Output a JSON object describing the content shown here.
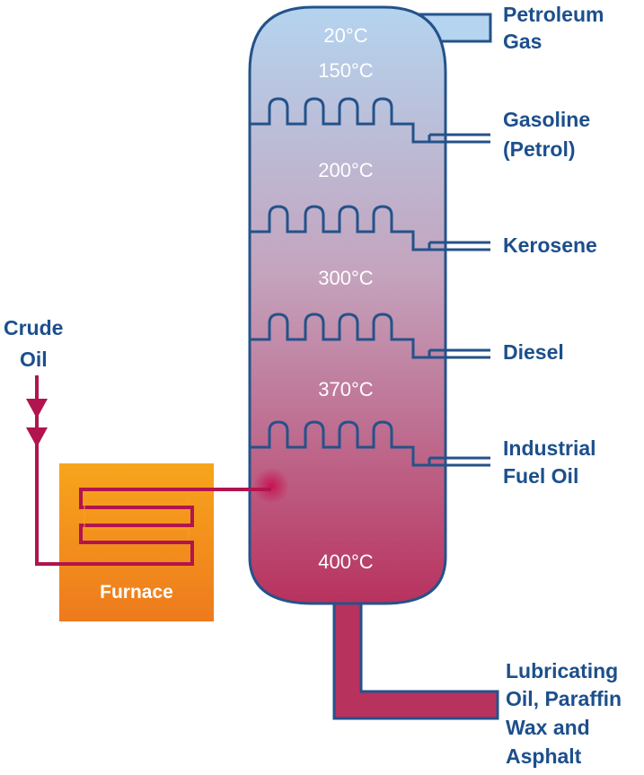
{
  "feed": {
    "line1": "Crude",
    "line2": "Oil"
  },
  "furnace": {
    "label": "Furnace"
  },
  "temperatures": [
    "20°C",
    "150°C",
    "200°C",
    "300°C",
    "370°C",
    "400°C"
  ],
  "products": {
    "petroleum_gas": [
      "Petroleum",
      "Gas"
    ],
    "gasoline": [
      "Gasoline",
      "(Petrol)"
    ],
    "kerosene": [
      "Kerosene"
    ],
    "diesel": [
      "Diesel"
    ],
    "industrial_fuel_oil": [
      "Industrial",
      "Fuel Oil"
    ],
    "residue": [
      "Lubricating",
      "Oil, Paraffin",
      "Wax and",
      "Asphalt"
    ]
  },
  "colors": {
    "text_blue": "#1c4f8c",
    "column_outline": "#24528a",
    "column_top": "#b4d4ef",
    "column_bottom": "#b8325e",
    "crude_line": "#b1144e",
    "furnace_top": "#f7a51c",
    "furnace_bottom": "#ee7a1d"
  }
}
